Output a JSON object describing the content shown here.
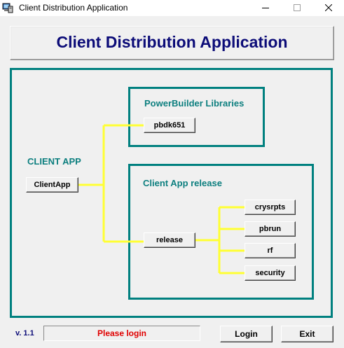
{
  "window": {
    "title": "Client Distribution Application",
    "controls": [
      "minimize-icon",
      "maximize-icon",
      "close-icon"
    ]
  },
  "header": {
    "title": "Client Distribution Application",
    "title_color": "#0c0c78"
  },
  "client_app": {
    "label": "CLIENT APP",
    "button_label": "ClientApp"
  },
  "libraries": {
    "label": "PowerBuilder Libraries",
    "items": [
      "pbdk651"
    ]
  },
  "release": {
    "label": "Client App release",
    "button_label": "release",
    "items": [
      "crysrpts",
      "pbrun",
      "rf",
      "security"
    ]
  },
  "footer": {
    "version": "v. 1.1",
    "status": "Please login",
    "status_color": "#e00000",
    "login_label": "Login",
    "exit_label": "Exit"
  },
  "colors": {
    "frame": "#00807f",
    "section_label": "#0d7f7f",
    "connector": "#ffff33"
  }
}
